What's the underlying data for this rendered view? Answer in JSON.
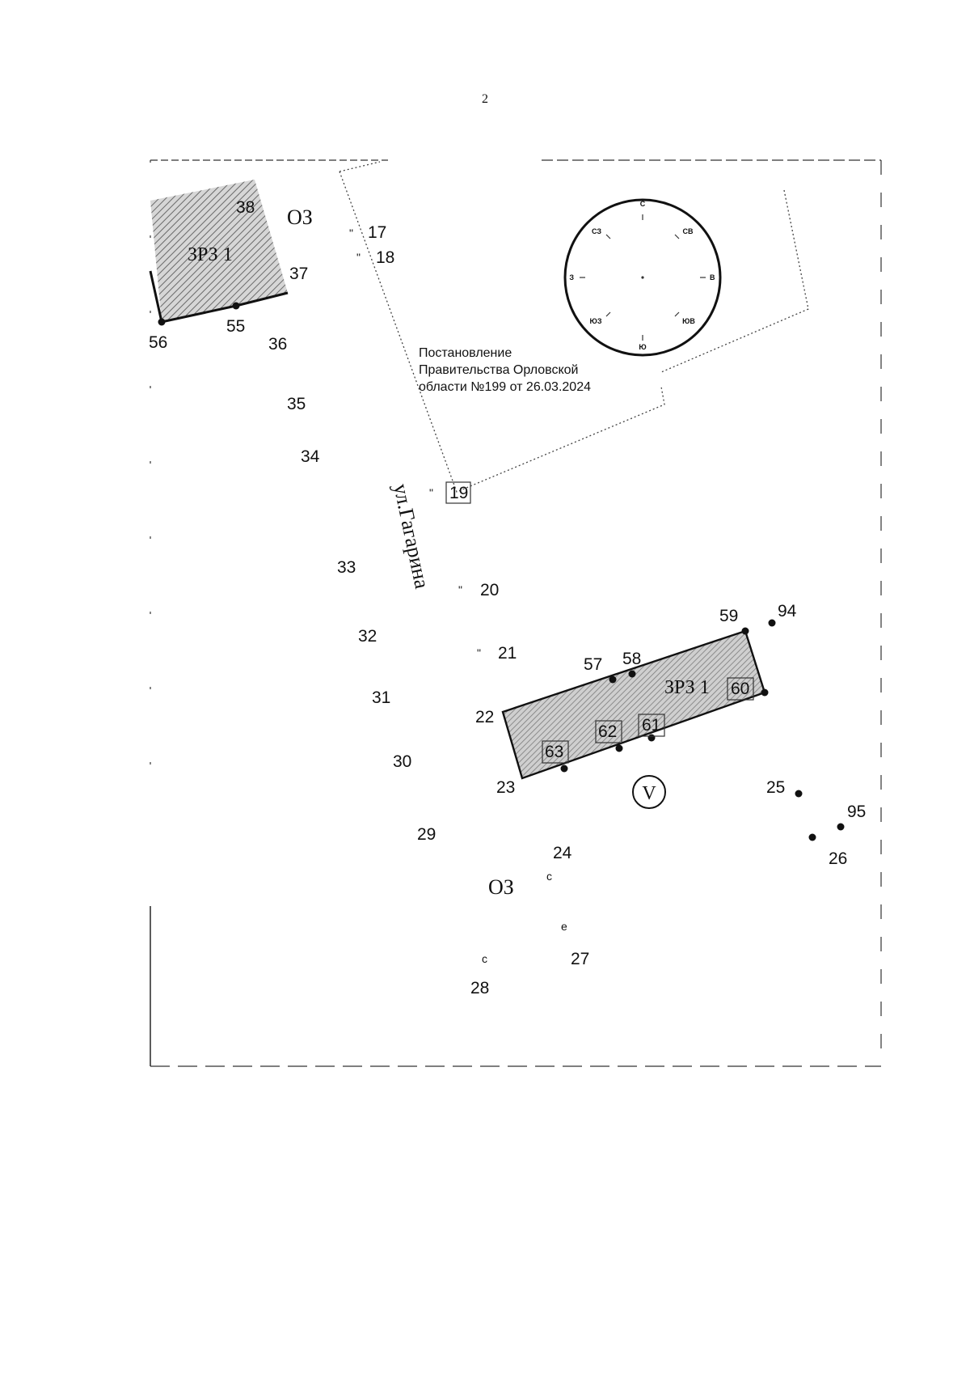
{
  "page_number": "2",
  "zone_labels": {
    "oz_top": "ОЗ",
    "oz_bottom": "ОЗ",
    "zrz_top": "ЗРЗ 1",
    "zrz_bottom": "ЗРЗ 1",
    "zone_v": "V"
  },
  "street_name": "ул.Гагарина",
  "decree_note": {
    "line1": "Постановление",
    "line2": "Правительства Орловской",
    "line3": "области №199 от 26.03.2024"
  },
  "compass": {
    "n": "С",
    "ne": "СВ",
    "e": "В",
    "se": "ЮВ",
    "s": "Ю",
    "sw": "ЮЗ",
    "w": "З",
    "nw": "СЗ"
  },
  "points": {
    "p17": "17",
    "p18": "18",
    "p19": "19",
    "p20": "20",
    "p21": "21",
    "p22": "22",
    "p23": "23",
    "p24": "24",
    "p25": "25",
    "p26": "26",
    "p27": "27",
    "p28": "28",
    "p29": "29",
    "p30": "30",
    "p31": "31",
    "p32": "32",
    "p33": "33",
    "p34": "34",
    "p35": "35",
    "p36": "36",
    "p37": "37",
    "p38": "38",
    "p55": "55",
    "p56": "56",
    "p57": "57",
    "p58": "58",
    "p59": "59",
    "p60": "60",
    "p61": "61",
    "p62": "62",
    "p63": "63",
    "p94": "94",
    "p95": "95"
  }
}
